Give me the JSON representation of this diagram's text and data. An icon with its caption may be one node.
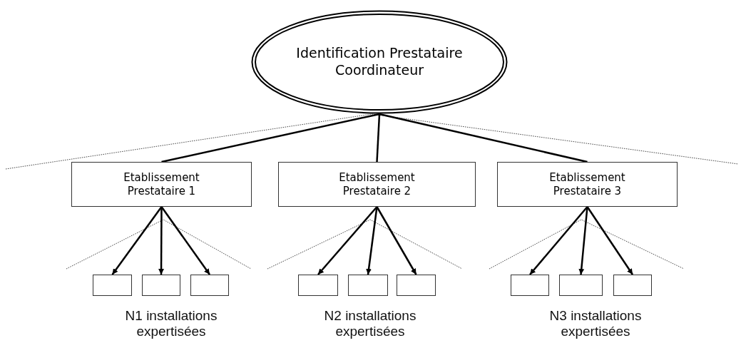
{
  "diagram": {
    "nodes": [
      {
        "text": [
          "Identification Prestataire Coordinateur"
        ]
      },
      {
        "text": [
          "Etablissement Prestataire 1"
        ]
      },
      {
        "text": [
          "Etablissement Prestataire 2"
        ]
      },
      {
        "text": [
          "Etablissement Prestataire 3"
        ]
      },
      {
        "text": [],
        "shape": "box"
      },
      {
        "text": [],
        "shape": "box"
      },
      {
        "text": [],
        "shape": "box"
      },
      {
        "text": [],
        "shape": "box"
      },
      {
        "text": [],
        "shape": "box"
      },
      {
        "text": [],
        "shape": "box"
      },
      {
        "text": [],
        "shape": "box"
      },
      {
        "text": [],
        "shape": "box"
      },
      {
        "text": [],
        "shape": "box"
      }
    ],
    "edges": [
      {
        "from": 0,
        "to": 1,
        "arrow": "none"
      },
      {
        "from": 0,
        "to": 2,
        "arrow": "none"
      },
      {
        "from": 0,
        "to": 3,
        "arrow": "none"
      },
      {
        "from": 1,
        "to": 4,
        "arrow": "to"
      },
      {
        "from": 1,
        "to": 5,
        "arrow": "to"
      },
      {
        "from": 1,
        "to": 6,
        "arrow": "to"
      },
      {
        "from": 2,
        "to": 7,
        "arrow": "to"
      },
      {
        "from": 2,
        "to": 8,
        "arrow": "to"
      },
      {
        "from": 2,
        "to": 9,
        "arrow": "to"
      },
      {
        "from": 3,
        "to": 10,
        "arrow": "to"
      },
      {
        "from": 3,
        "to": 11,
        "arrow": "to"
      },
      {
        "from": 3,
        "to": 12,
        "arrow": "to"
      }
    ],
    "labels": [
      "N1 installations expertisées",
      "N2 installations expertisées",
      "N3 installations expertisées"
    ]
  }
}
